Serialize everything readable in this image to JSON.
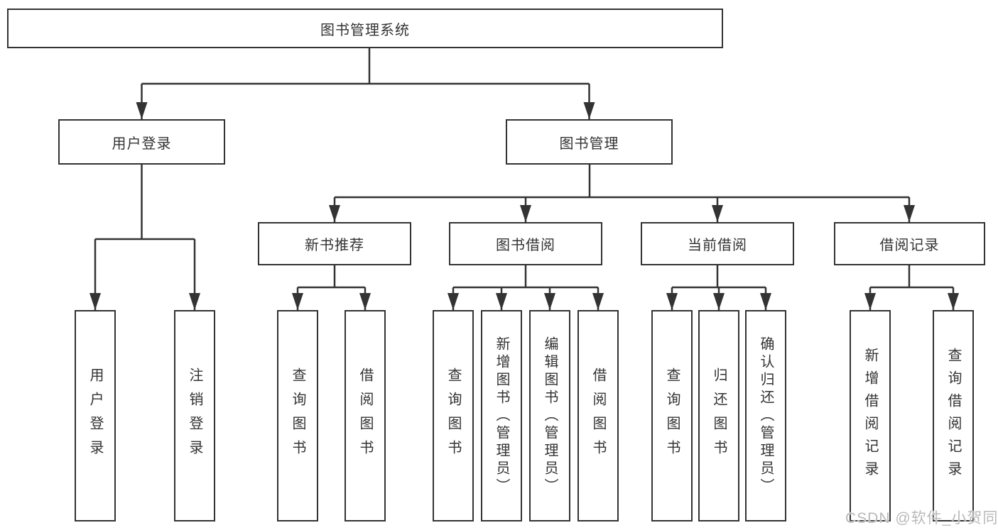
{
  "diagram_title": "图书管理系统",
  "tree": {
    "label": "图书管理系统",
    "children": [
      {
        "label": "用户登录",
        "children": [
          {
            "label": "用户登录"
          },
          {
            "label": "注销登录"
          }
        ]
      },
      {
        "label": "图书管理",
        "children": [
          {
            "label": "新书推荐",
            "children": [
              {
                "label": "查询图书"
              },
              {
                "label": "借阅图书"
              }
            ]
          },
          {
            "label": "图书借阅",
            "children": [
              {
                "label": "查询图书"
              },
              {
                "label": "新增图书（管理员）"
              },
              {
                "label": "编辑图书（管理员）"
              },
              {
                "label": "借阅图书"
              }
            ]
          },
          {
            "label": "当前借阅",
            "children": [
              {
                "label": "查询图书"
              },
              {
                "label": "归还图书"
              },
              {
                "label": "确认归还（管理员）"
              }
            ]
          },
          {
            "label": "借阅记录",
            "children": [
              {
                "label": "新增借阅记录"
              },
              {
                "label": "查询借阅记录"
              }
            ]
          }
        ]
      }
    ]
  },
  "watermark": {
    "text": "CSDN @软件_小贺同学"
  },
  "colors": {
    "line": "#333333",
    "box_border": "#333333",
    "text": "#333333",
    "background": "#ffffff",
    "watermark_text": "#b9b9b9"
  }
}
